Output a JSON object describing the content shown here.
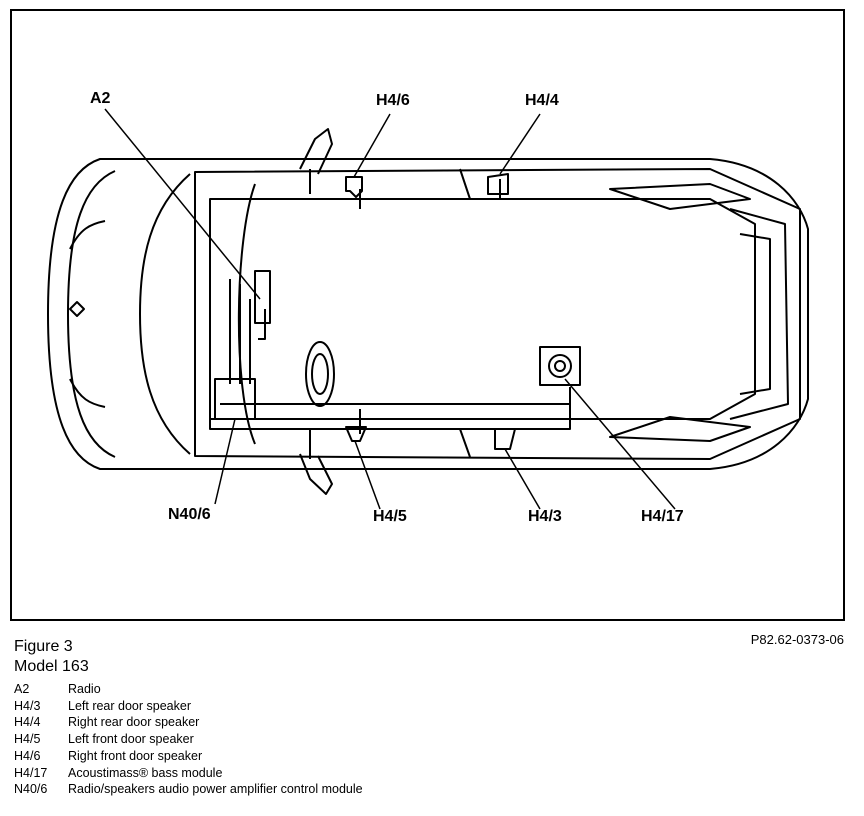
{
  "callouts": {
    "a2": "A2",
    "h4_6": "H4/6",
    "h4_4": "H4/4",
    "n40_6": "N40/6",
    "h4_5": "H4/5",
    "h4_3": "H4/3",
    "h4_17": "H4/17"
  },
  "figure_title": "Figure 3",
  "model": "Model 163",
  "reference": "P82.62-0373-06",
  "legend": [
    {
      "code": "A2",
      "desc": "Radio"
    },
    {
      "code": "H4/3",
      "desc": "Left rear door speaker"
    },
    {
      "code": "H4/4",
      "desc": "Right rear door speaker"
    },
    {
      "code": "H4/5",
      "desc": "Left front door speaker"
    },
    {
      "code": "H4/6",
      "desc": "Right front door speaker"
    },
    {
      "code": "H4/17",
      "desc": "Acoustimass® bass module"
    },
    {
      "code": "N40/6",
      "desc": "Radio/speakers audio power amplifier control module"
    }
  ]
}
